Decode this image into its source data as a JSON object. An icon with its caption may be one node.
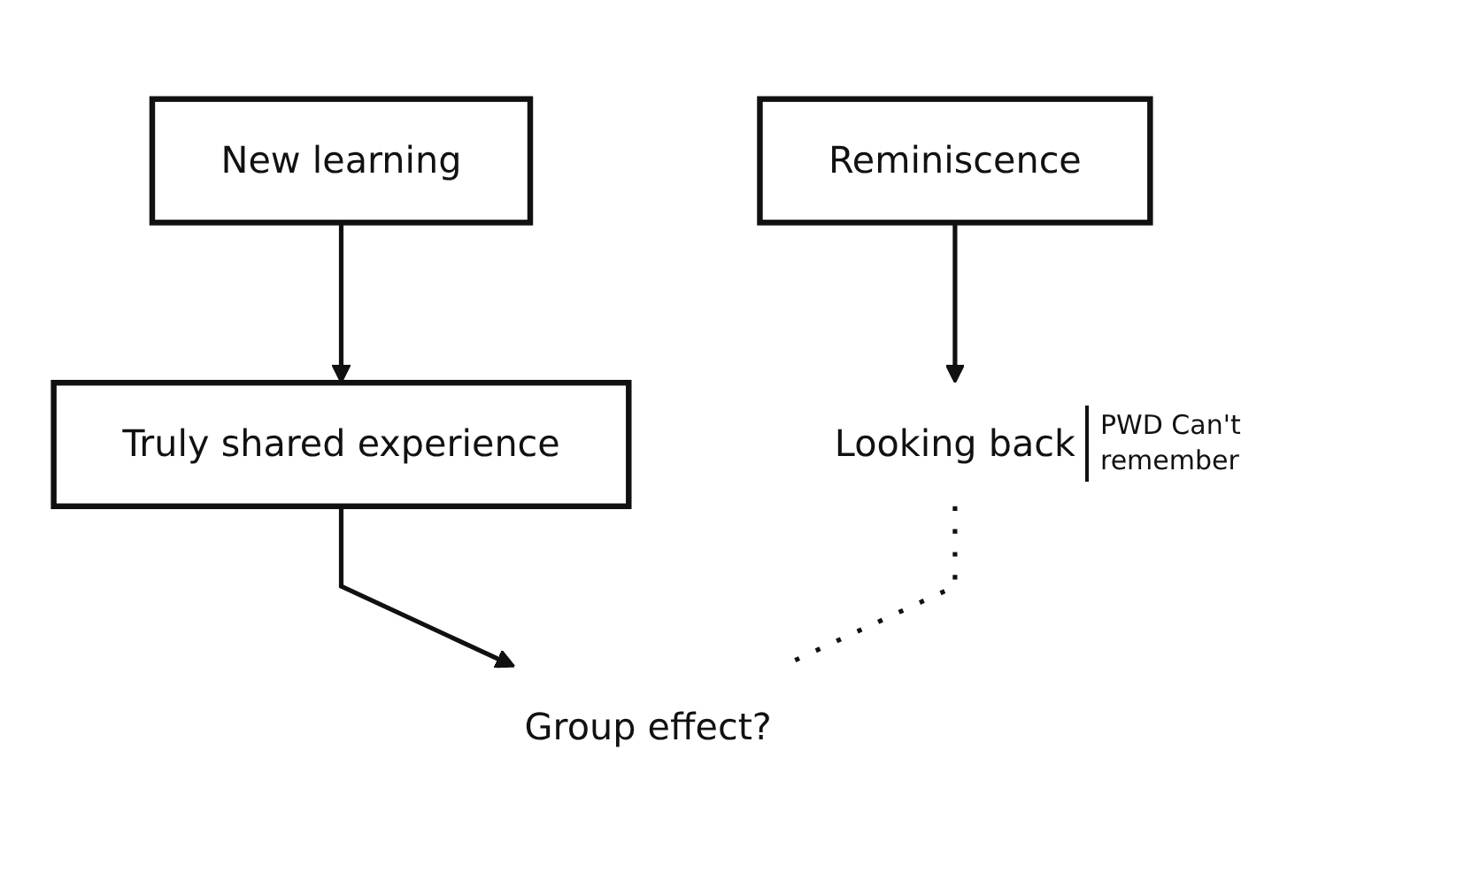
{
  "diagram": {
    "nodes": [
      {
        "text": [
          "New learning"
        ]
      },
      {
        "text": [
          "Reminiscence"
        ]
      },
      {
        "text": [
          "Truly shared experience"
        ]
      },
      {
        "text": [
          "Looking back"
        ],
        "beside": [
          "PWD Can't remember"
        ]
      },
      {
        "text": [
          "Group effect?"
        ]
      }
    ],
    "edges": [
      {
        "from": 0,
        "to": 2,
        "arrow": "to"
      },
      {
        "from": 1,
        "to": 3,
        "arrow": "to"
      },
      {
        "from": 2,
        "to": 4,
        "arrow": "to"
      },
      {
        "from": 3,
        "to": 4,
        "arrow": "none",
        "style": "dashed"
      }
    ]
  }
}
